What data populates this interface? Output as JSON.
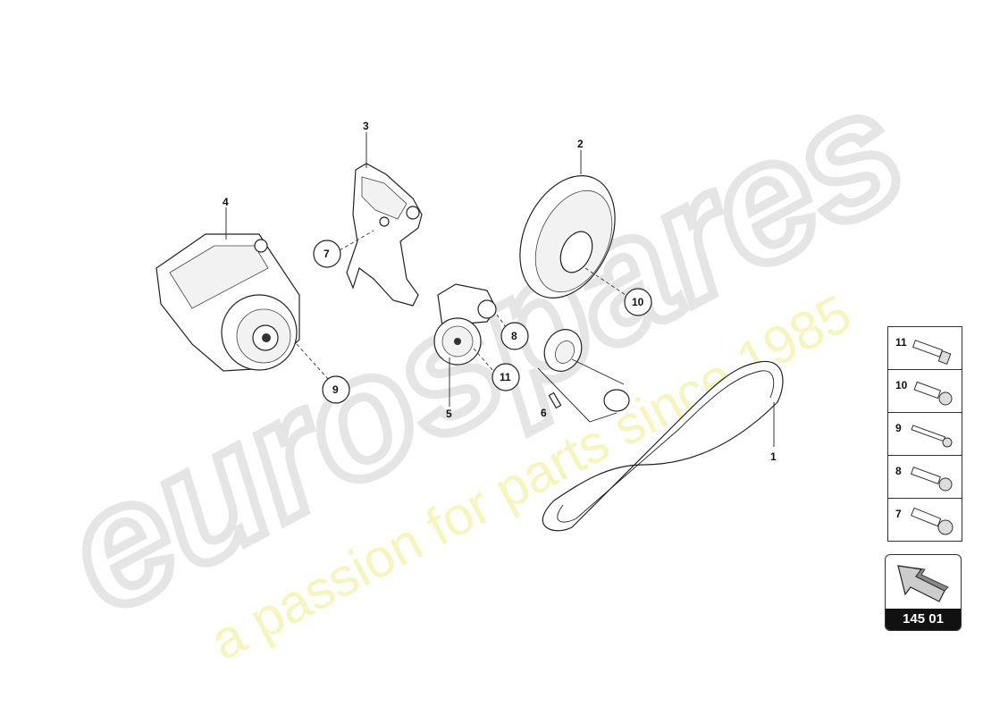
{
  "watermark": {
    "brand": "eurospares",
    "tagline": "a passion for parts since 1985",
    "brand_color": "#e6e6e6",
    "tagline_color": "#f3f3a8"
  },
  "callouts": {
    "c1": "1",
    "c2": "2",
    "c3": "3",
    "c4": "4",
    "c5": "5",
    "c6": "6",
    "c7": "7",
    "c8": "8",
    "c9": "9",
    "c10": "10",
    "c11": "11"
  },
  "legend": {
    "rows": [
      {
        "number": "11",
        "icon": "flange-bolt-icon"
      },
      {
        "number": "10",
        "icon": "socket-bolt-icon"
      },
      {
        "number": "9",
        "icon": "long-bolt-icon"
      },
      {
        "number": "8",
        "icon": "socket-bolt-icon"
      },
      {
        "number": "7",
        "icon": "socket-bolt-icon"
      }
    ]
  },
  "page_ref": {
    "number": "145 01",
    "icon": "arrow-back-icon"
  }
}
